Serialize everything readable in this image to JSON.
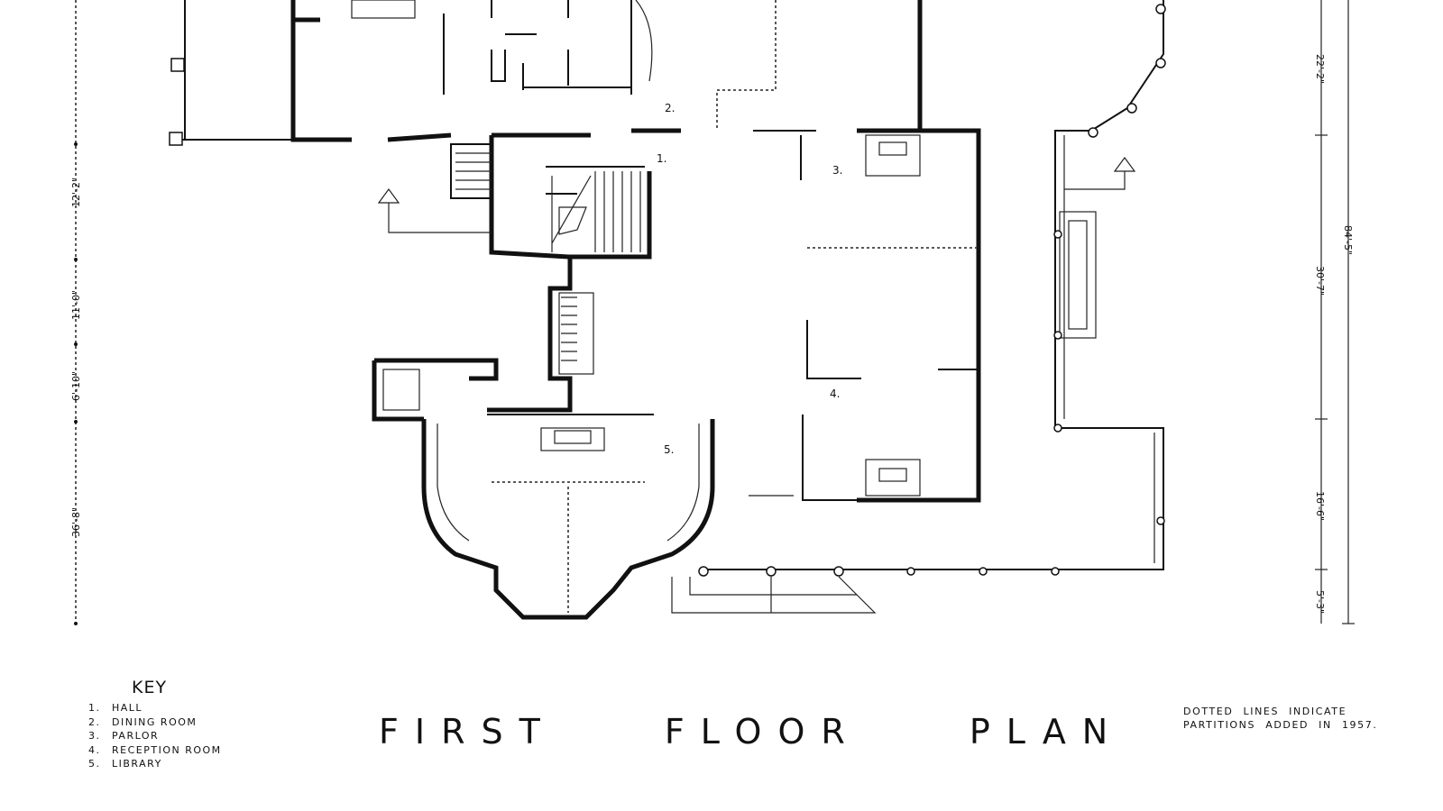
{
  "plan": {
    "title": "FIRST FLOOR PLAN",
    "key": {
      "heading": "KEY",
      "items": [
        {
          "num": "1.",
          "label": "HALL"
        },
        {
          "num": "2.",
          "label": "DINING ROOM"
        },
        {
          "num": "3.",
          "label": "PARLOR"
        },
        {
          "num": "4.",
          "label": "RECEPTION ROOM"
        },
        {
          "num": "5.",
          "label": "LIBRARY"
        }
      ]
    },
    "note": "DOTTED LINES INDICATE PARTITIONS ADDED IN 1957.",
    "room_labels": [
      "1.",
      "2.",
      "3.",
      "4.",
      "5."
    ],
    "dimensions_left": [
      "12'-2\"",
      "11'-0\"",
      "6'-10\"",
      "36'-8\""
    ],
    "dimensions_right": [
      "22'-2\"",
      "30'-7\"",
      "16'-6\"",
      "5'-3\"",
      "84'-5\""
    ]
  }
}
